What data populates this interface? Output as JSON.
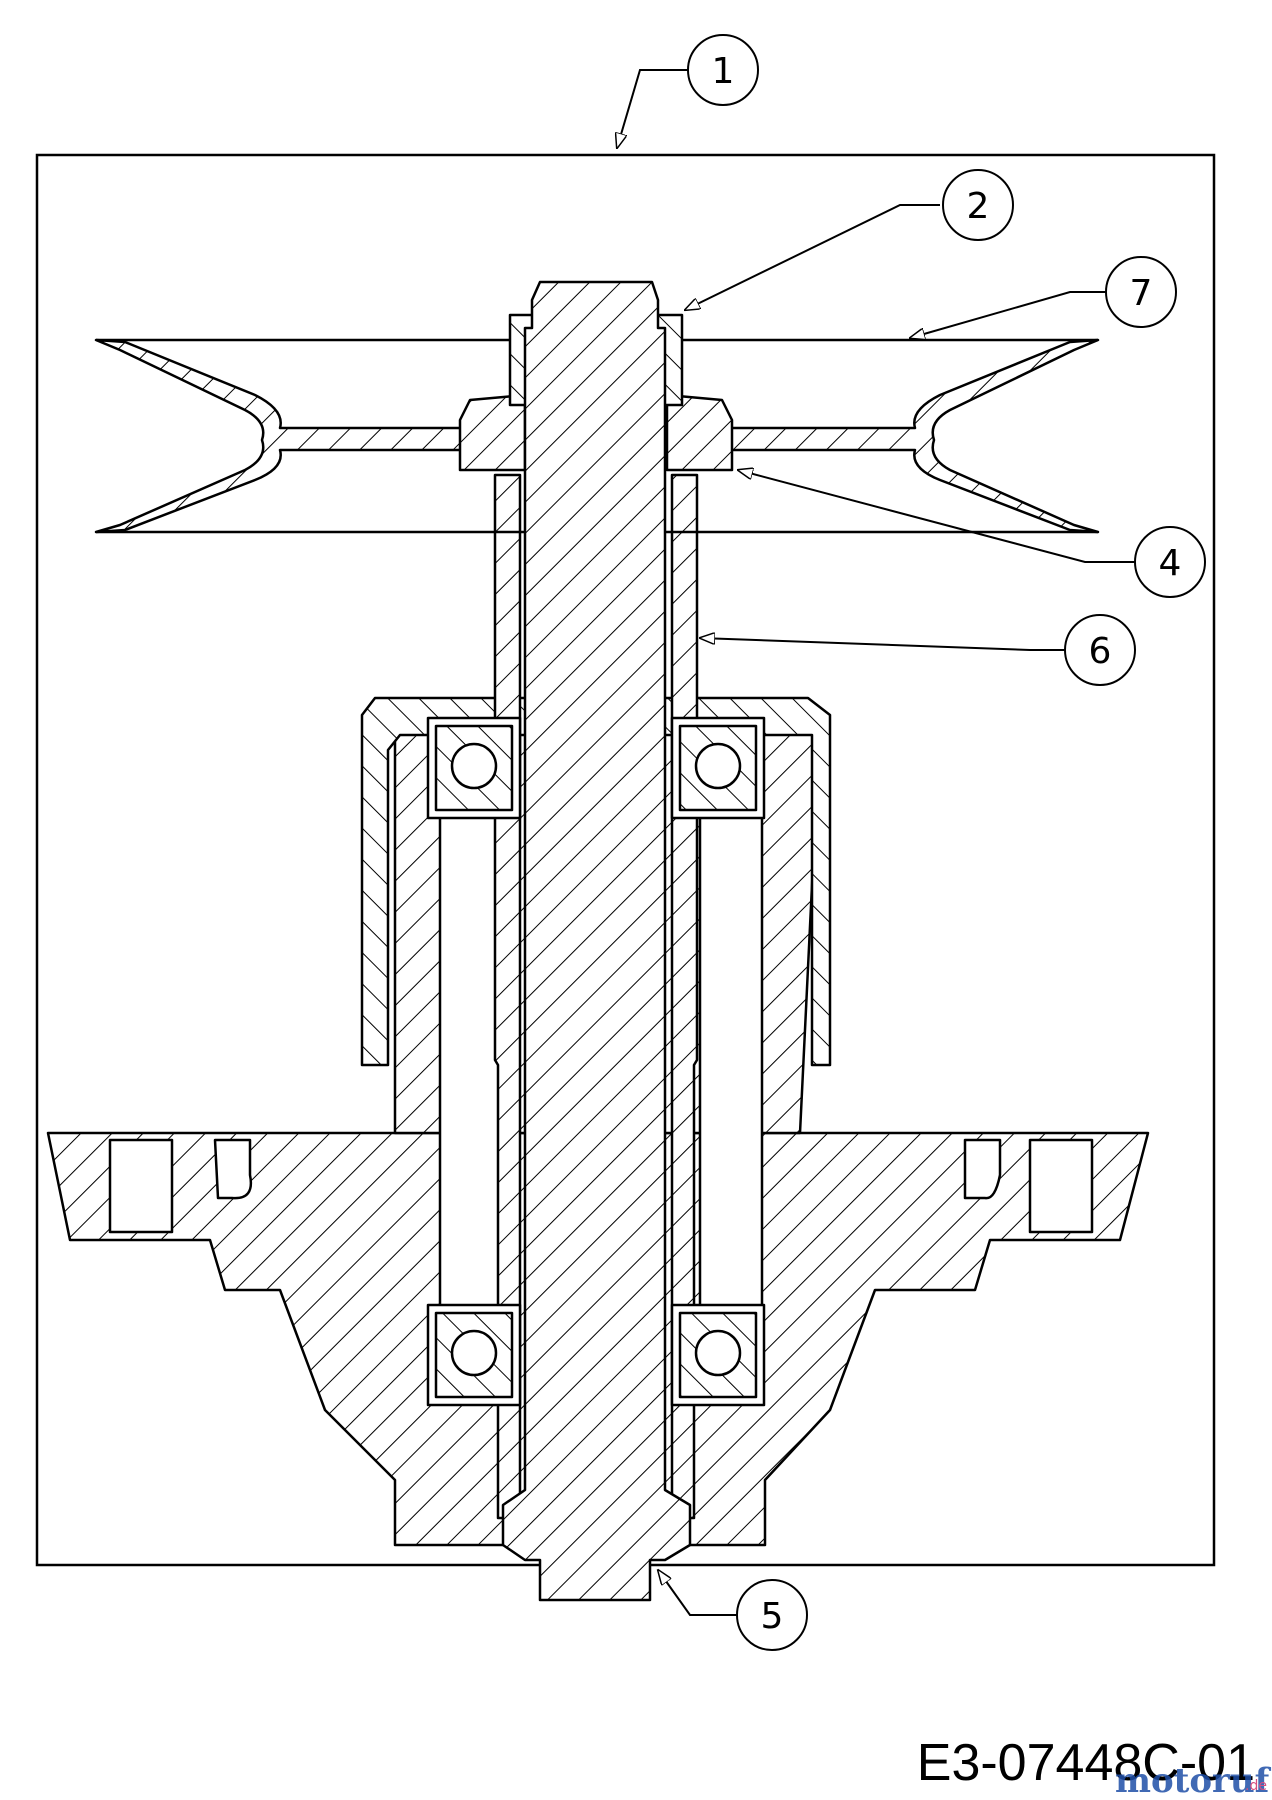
{
  "diagram": {
    "callouts": [
      {
        "id": "1",
        "label": "1"
      },
      {
        "id": "2",
        "label": "2"
      },
      {
        "id": "7",
        "label": "7"
      },
      {
        "id": "4",
        "label": "4"
      },
      {
        "id": "6",
        "label": "6"
      },
      {
        "id": "5",
        "label": "5"
      }
    ],
    "drawing_code": "E3-07448C-01",
    "watermark": {
      "brand": "motoruf",
      "suffix": ".de"
    },
    "colors": {
      "line": "#000000",
      "background": "#ffffff",
      "watermark_blue": "#1f4fa8",
      "watermark_pink": "#d0306a"
    }
  }
}
